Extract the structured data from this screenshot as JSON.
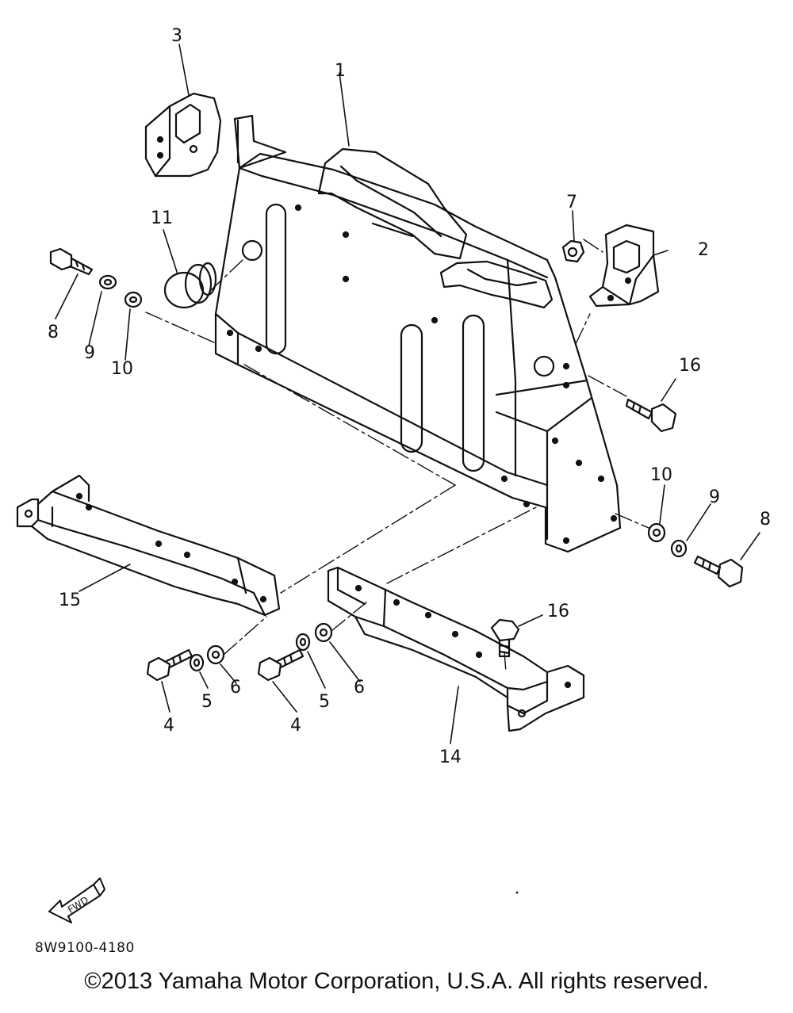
{
  "diagram": {
    "part_labels": [
      {
        "id": "p3",
        "text": "3"
      },
      {
        "id": "p1",
        "text": "1"
      },
      {
        "id": "p7",
        "text": "7"
      },
      {
        "id": "p2",
        "text": "2"
      },
      {
        "id": "p11",
        "text": "11"
      },
      {
        "id": "p8a",
        "text": "8"
      },
      {
        "id": "p9a",
        "text": "9"
      },
      {
        "id": "p10a",
        "text": "10"
      },
      {
        "id": "p16a",
        "text": "16"
      },
      {
        "id": "p10b",
        "text": "10"
      },
      {
        "id": "p9b",
        "text": "9"
      },
      {
        "id": "p8b",
        "text": "8"
      },
      {
        "id": "p15",
        "text": "15"
      },
      {
        "id": "p16b",
        "text": "16"
      },
      {
        "id": "p4a",
        "text": "4"
      },
      {
        "id": "p5a",
        "text": "5"
      },
      {
        "id": "p6a",
        "text": "6"
      },
      {
        "id": "p4b",
        "text": "4"
      },
      {
        "id": "p5b",
        "text": "5"
      },
      {
        "id": "p6b",
        "text": "6"
      },
      {
        "id": "p14",
        "text": "14"
      }
    ],
    "fwd_label": "FWD",
    "diagram_code": "8W9100-4180"
  },
  "footer": {
    "copyright": "©2013 Yamaha Motor Corporation, U.S.A. All rights reserved."
  },
  "icons": {
    "fwd": "forward-arrow-icon"
  }
}
